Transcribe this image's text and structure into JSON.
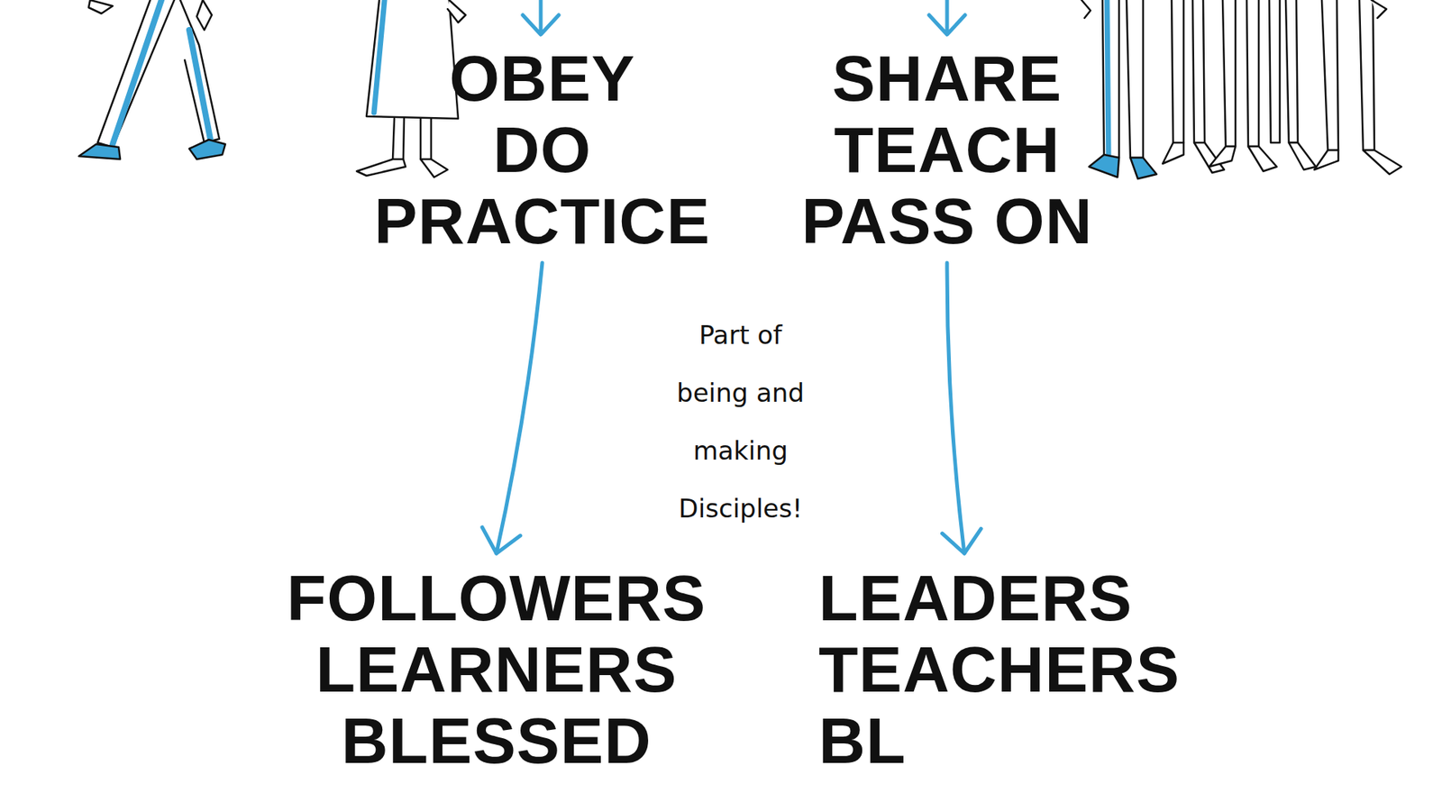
{
  "diagram": {
    "nodes": [
      {
        "text": [
          "OBEY",
          "DO",
          "PRACTICE"
        ]
      },
      {
        "text": [
          "SHARE",
          "TEACH",
          "PASS ON"
        ]
      },
      {
        "text": [
          "FOLLOWERS",
          "LEARNERS",
          "BLESSED"
        ]
      },
      {
        "text": [
          "LEADERS",
          "TEACHERS",
          "BL"
        ]
      }
    ],
    "edges": [
      {
        "from": 0,
        "to": 2,
        "arrow": "to"
      },
      {
        "from": 1,
        "to": 3,
        "arrow": "to"
      }
    ],
    "labels": [
      "Part of being and making Disciples!"
    ]
  }
}
